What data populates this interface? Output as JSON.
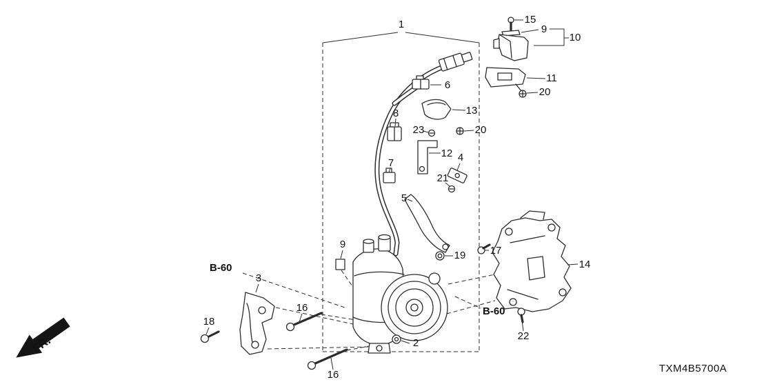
{
  "diagram": {
    "code": "TXM4B5700A",
    "fr_label": "FR.",
    "b60_left": "B-60",
    "b60_right": "B-60"
  },
  "callouts": {
    "1": "1",
    "2": "2",
    "3": "3",
    "4": "4",
    "5": "5",
    "6": "6",
    "7": "7",
    "8": "8",
    "9a": "9",
    "9b": "9",
    "10": "10",
    "11": "11",
    "12": "12",
    "13": "13",
    "14": "14",
    "15": "15",
    "16a": "16",
    "16b": "16",
    "17": "17",
    "18": "18",
    "19": "19",
    "20a": "20",
    "20b": "20",
    "21": "21",
    "22": "22",
    "23": "23"
  }
}
